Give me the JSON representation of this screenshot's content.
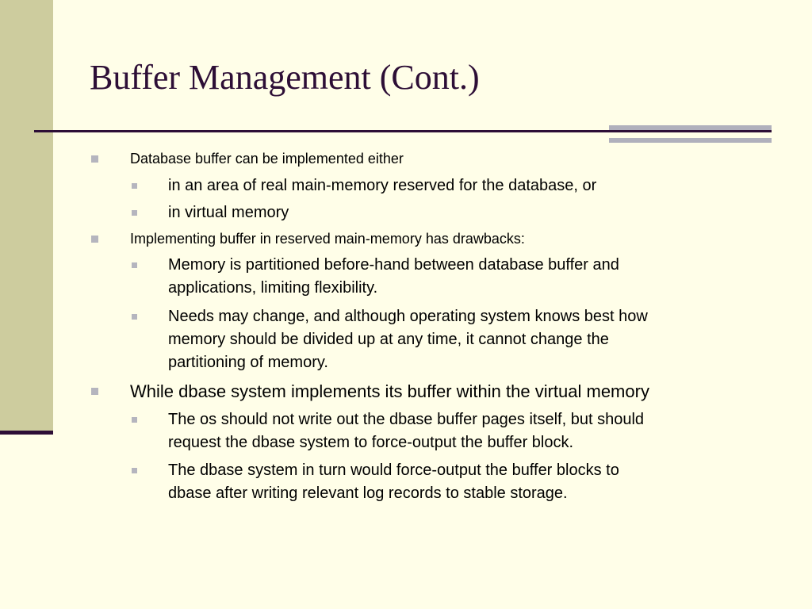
{
  "slide": {
    "title": "Buffer Management (Cont.)",
    "bullets": [
      {
        "level": 1,
        "text": "Database buffer can be implemented either"
      },
      {
        "level": 2,
        "text": "in an area of real main-memory reserved for the database, or"
      },
      {
        "level": 2,
        "text": "in virtual memory"
      },
      {
        "level": 1,
        "text": "Implementing buffer in reserved main-memory has drawbacks:"
      },
      {
        "level": 2,
        "text": "Memory is partitioned before-hand between database buffer and\napplications, limiting flexibility."
      },
      {
        "level": 2,
        "text": "Needs may change, and although operating system knows best how\nmemory should be divided up at any time, it cannot change the\npartitioning of memory."
      },
      {
        "level": 1,
        "text": "While dbase system implements its buffer within the virtual memory"
      },
      {
        "level": 2,
        "text": "The os should not write out the dbase buffer pages itself, but should\nrequest the dbase system to force-output the buffer block."
      },
      {
        "level": 2,
        "text": "The dbase system in turn would force-output the buffer blocks to\ndbase after writing relevant log records to stable storage."
      }
    ]
  },
  "colors": {
    "background": "#fffee8",
    "sidebar": "#cdcc9e",
    "title": "#2d0e36",
    "rule": "#2d0e36",
    "accent_bar": "#b0b0bc",
    "bullet_marker": "#b5b5be"
  }
}
